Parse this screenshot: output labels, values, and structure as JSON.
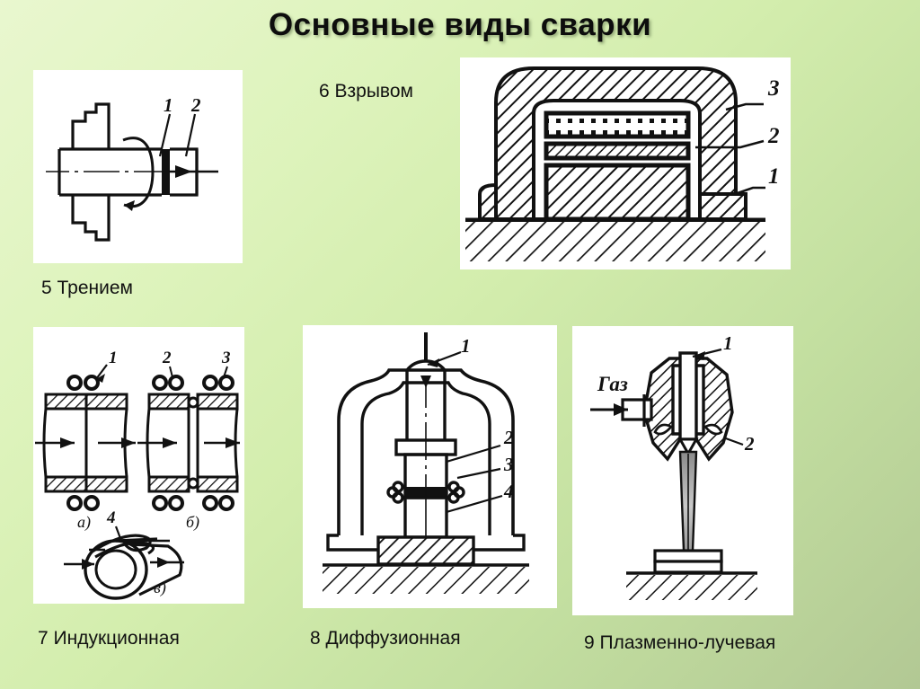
{
  "slide": {
    "title": "Основные виды сварки",
    "background_top_color": "#e9f7cf",
    "background_bottom_color": "#b2c894",
    "panel_background": "#ffffff",
    "ink_color": "#111111"
  },
  "captions": {
    "friction": "5 Трением",
    "explosion": "6 Взрывом",
    "induction": "7 Индукционная",
    "diffusion": "8 Диффузионная",
    "plasma": "9 Плазменно-лучевая"
  },
  "figures": {
    "friction": {
      "name": "friction-welding-diagram",
      "callouts": [
        "1",
        "2"
      ],
      "elements": [
        "rotating-chuck",
        "workpiece-rod",
        "rotation-arrow",
        "axial-force-arrow",
        "centerline"
      ]
    },
    "explosion": {
      "name": "explosion-welding-diagram",
      "callouts": [
        "3",
        "2",
        "1"
      ],
      "elements": [
        "hatched-chamber",
        "explosive-charge-layer",
        "flyer-plate",
        "base-plate",
        "hatched-ground"
      ]
    },
    "induction": {
      "name": "induction-welding-diagram",
      "callouts": [
        "1",
        "2",
        "3",
        "4"
      ],
      "sub_labels": [
        "а)",
        "б)",
        "в)"
      ],
      "elements": [
        "induction-coil-turns",
        "hatched-pipe-walls",
        "upset-force-arrows",
        "tube-with-coil"
      ]
    },
    "diffusion": {
      "name": "diffusion-welding-diagram",
      "callouts": [
        "1",
        "2",
        "3",
        "4"
      ],
      "elements": [
        "vacuum-chamber-bell",
        "press-rod",
        "specimens",
        "induction-coil",
        "hatched-base",
        "hatched-ground"
      ]
    },
    "plasma": {
      "name": "plasma-beam-welding-diagram",
      "callouts": [
        "1",
        "2"
      ],
      "gas_label": "Газ",
      "elements": [
        "gas-inlet-arrow",
        "hatched-torch-body",
        "electrode",
        "nozzle",
        "plasma-jet",
        "workpiece",
        "hatched-ground"
      ]
    }
  }
}
